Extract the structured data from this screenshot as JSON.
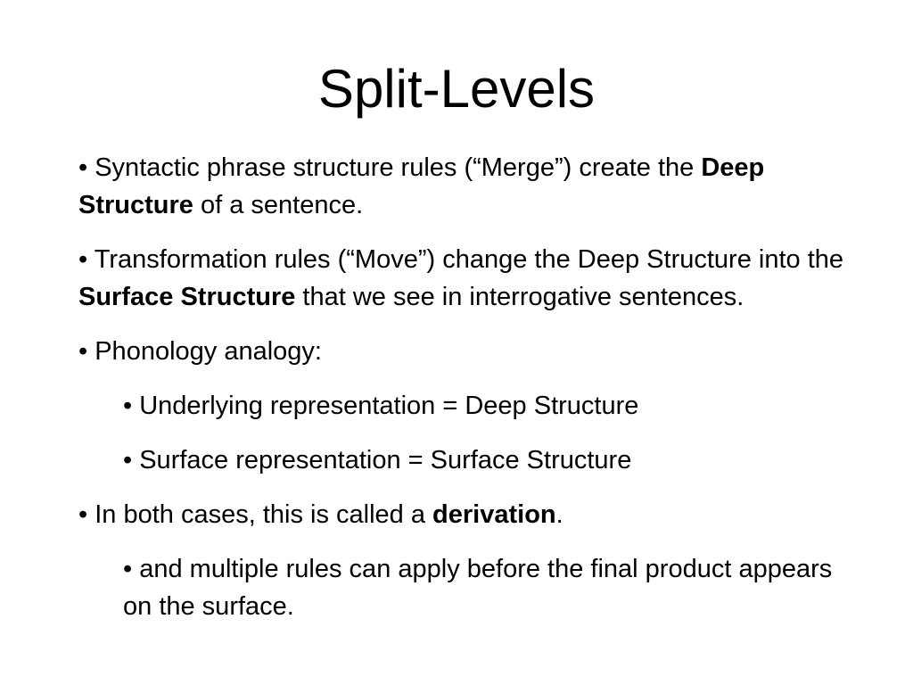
{
  "title": "Split-Levels",
  "bullets": [
    {
      "bullet": "•",
      "pre": "Syntactic phrase structure rules (“Merge”) create the ",
      "bold": "Deep Structure",
      "post": " of a sentence."
    },
    {
      "bullet": "•",
      "pre": "Transformation rules (“Move”) change the Deep Structure into the ",
      "bold": "Surface Structure",
      "post": " that we see in interrogative sentences."
    },
    {
      "bullet": "•",
      "pre": "Phonology analogy:"
    },
    {
      "bullet": "•",
      "pre": "Underlying representation = Deep Structure"
    },
    {
      "bullet": "•",
      "pre": "Surface representation = Surface Structure"
    },
    {
      "bullet": "•",
      "pre": "In both cases, this is called a ",
      "bold": "derivation",
      "post": "."
    },
    {
      "bullet": "•",
      "pre": "and multiple rules can apply before the final product appears on the surface."
    }
  ]
}
